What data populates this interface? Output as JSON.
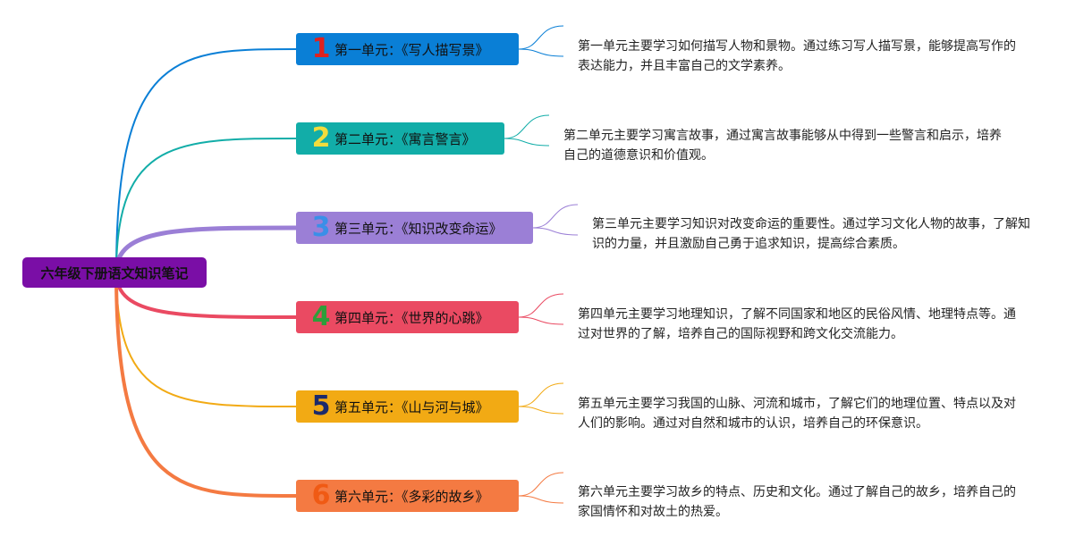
{
  "root": {
    "title": "六年级下册语文知识笔记",
    "color": "#7a0ea6"
  },
  "units": [
    {
      "num": "1",
      "label": "第一单元：《写人描写景》",
      "color": "#0a7fd6",
      "num_color": "#e0211e",
      "desc": [
        "第一单元主要学习如何描写人物和景物。通过练习写人描写景，能够提高写作的",
        "表达能力，并且丰富自己的文学素养。"
      ]
    },
    {
      "num": "2",
      "label": "第二单元：《寓言警言》",
      "color": "#12ada8",
      "num_color": "#f2dc3c",
      "desc": [
        "第二单元主要学习寓言故事，通过寓言故事能够从中得到一些警言和启示，培养",
        "自己的道德意识和价值观。"
      ]
    },
    {
      "num": "3",
      "label": "第三单元：《知识改变命运》",
      "color": "#9b7fd6",
      "num_color": "#3a8fe8",
      "desc": [
        "第三单元主要学习知识对改变命运的重要性。通过学习文化人物的故事，了解知",
        "识的力量，并且激励自己勇于追求知识，提高综合素质。"
      ]
    },
    {
      "num": "4",
      "label": "第四单元：《世界的心跳》",
      "color": "#ea4a62",
      "num_color": "#2e9e3a",
      "desc": [
        "第四单元主要学习地理知识，了解不同国家和地区的民俗风情、地理特点等。通",
        "过对世界的了解，培养自己的国际视野和跨文化交流能力。"
      ]
    },
    {
      "num": "5",
      "label": "第五单元：《山与河与城》",
      "color": "#f2aa14",
      "num_color": "#1c2a6b",
      "desc": [
        "第五单元主要学习我国的山脉、河流和城市，了解它们的地理位置、特点以及对",
        "人们的影响。通过对自然和城市的认识，培养自己的环保意识。"
      ]
    },
    {
      "num": "6",
      "label": "第六单元：《多彩的故乡》",
      "color": "#f47a42",
      "num_color": "#f05a14",
      "desc": [
        "第六单元主要学习故乡的特点、历史和文化。通过了解自己的故乡，培养自己的",
        "家国情怀和对故土的热爱。"
      ]
    }
  ]
}
